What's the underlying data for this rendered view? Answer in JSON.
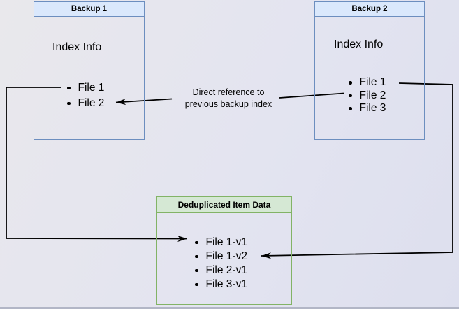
{
  "colors": {
    "canvas_top": "#e9e8ec",
    "canvas_bottom": "#dddfee",
    "bottom_bar": "#b2b6c6",
    "blue_fill": "#dae8fc",
    "blue_border": "#6c8ebf",
    "green_fill": "#d5e8d4",
    "green_border": "#82b366",
    "arrow": "#000000",
    "text": "#000000"
  },
  "backup1": {
    "title": "Backup 1",
    "label": "Index Info",
    "files": [
      "File 1",
      "File 2"
    ]
  },
  "backup2": {
    "title": "Backup 2",
    "label": "Index Info",
    "files": [
      "File 1",
      "File 2",
      "File 3"
    ]
  },
  "dedup": {
    "title": "Deduplicated Item Data",
    "files": [
      "File 1-v1",
      "File 1-v2",
      "File 2-v1",
      "File 3-v1"
    ]
  },
  "annotation": {
    "line1": "Direct reference to",
    "line2": "previous backup index"
  }
}
